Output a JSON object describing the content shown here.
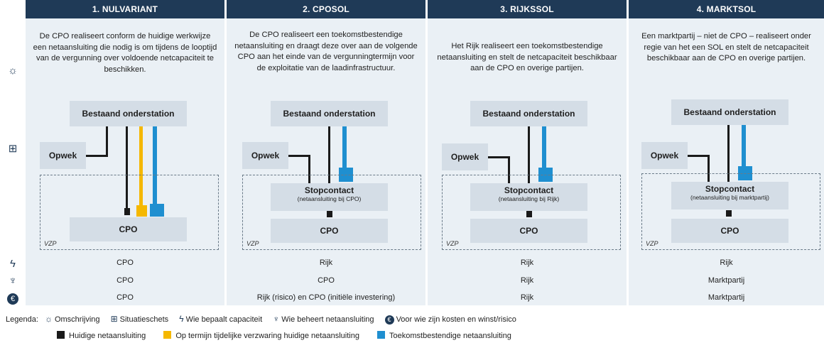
{
  "columns": [
    {
      "title": "1. NULVARIANT",
      "description": "De CPO realiseert conform de huidige werkwijze een netaansluiting die nodig is om tijdens de looptijd van de vergunning over voldoende netcapaciteit te beschikken.",
      "substation": "Bestaand onderstation",
      "opwek": "Opwek",
      "stopcontact": "",
      "stopcontact_sub": "",
      "cpo": "CPO",
      "vzp": "VZP",
      "capaciteit": "CPO",
      "beheer": "CPO",
      "kosten": "CPO"
    },
    {
      "title": "2. CPOSOL",
      "description": "De CPO realiseert een toekomstbestendige netaansluiting en draagt deze over aan de volgende CPO aan het einde van de vergunningtermijn voor de exploitatie van de laadinfrastructuur.",
      "substation": "Bestaand onderstation",
      "opwek": "Opwek",
      "stopcontact": "Stopcontact",
      "stopcontact_sub": "(netaansluiting bij CPO)",
      "cpo": "CPO",
      "vzp": "VZP",
      "capaciteit": "Rijk",
      "beheer": "CPO",
      "kosten": "Rijk (risico) en CPO (initiële investering)"
    },
    {
      "title": "3. RIJKSSOL",
      "description": "Het Rijk realiseert een toekomstbestendige netaansluiting en stelt de netcapaciteit beschikbaar aan de CPO en overige partijen.",
      "substation": "Bestaand onderstation",
      "opwek": "Opwek",
      "stopcontact": "Stopcontact",
      "stopcontact_sub": "(netaansluiting bij Rijk)",
      "cpo": "CPO",
      "vzp": "VZP",
      "capaciteit": "Rijk",
      "beheer": "Rijk",
      "kosten": "Rijk"
    },
    {
      "title": "4. MARKTSOL",
      "description": "Een marktpartij – niet de CPO – realiseert onder regie van het een SOL en stelt de netcapaciteit beschikbaar aan de CPO en overige partijen.",
      "substation": "Bestaand onderstation",
      "opwek": "Opwek",
      "stopcontact": "Stopcontact",
      "stopcontact_sub": "(netaansluiting bij marktpartij)",
      "cpo": "CPO",
      "vzp": "VZP",
      "capaciteit": "Rijk",
      "beheer": "Marktpartij",
      "kosten": "Marktpartij"
    }
  ],
  "legend": {
    "prefix": "Legenda:",
    "omschrijving": "Omschrijving",
    "situatieschets": "Situatieschets",
    "capaciteit": "Wie bepaalt capaciteit",
    "beheer": "Wie beheert netaansluiting",
    "kosten": "Voor wie zijn kosten en winst/risico",
    "huidige": "Huidige netaansluiting",
    "tijdelijk": "Op termijn tijdelijke verzwaring huidige netaansluiting",
    "toekomst": "Toekomstbestendige netaansluiting"
  },
  "colors": {
    "header": "#1f3a57",
    "black": "#1a1a1a",
    "yellow": "#f5b800",
    "blue": "#1f8fd0",
    "panel": "#eaf0f5",
    "box": "#d4dde6"
  },
  "icons": {
    "omschrijving": "lightbulb-icon",
    "situatieschets": "sketch-icon",
    "capaciteit": "lightning-icon",
    "beheer": "pylon-icon",
    "kosten": "euro-icon"
  }
}
